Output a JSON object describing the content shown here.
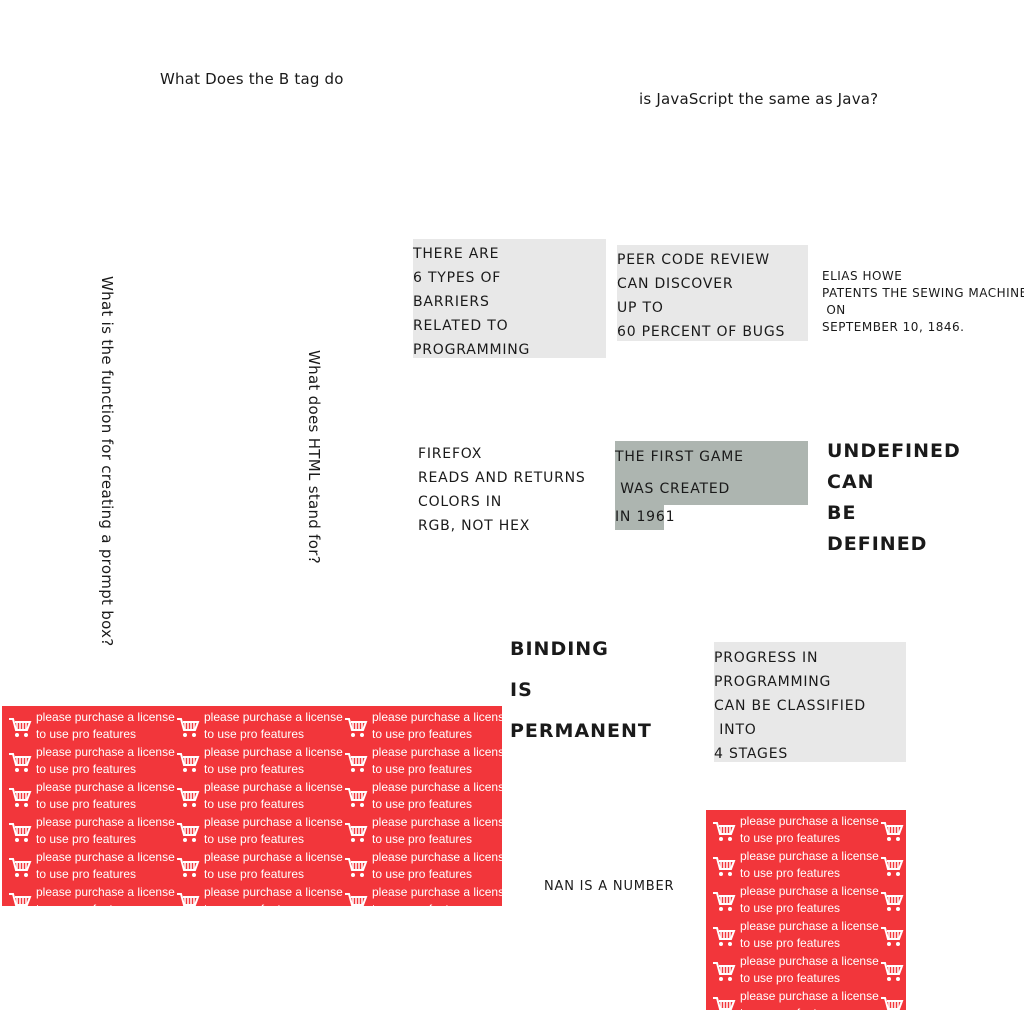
{
  "questions": {
    "b_tag": "What Does the B tag do",
    "javascript_java": "is JavaScript the same as Java?",
    "prompt_box": "What is the function for creating a prompt box?",
    "html_stand": "What does HTML stand for?"
  },
  "facts": {
    "barriers": [
      "THERE ARE",
      "6 TYPES OF",
      "BARRIERS",
      "RELATED TO",
      "PROGRAMMING"
    ],
    "peer_review": [
      "PEER CODE REVIEW",
      "CAN DISCOVER",
      "UP TO",
      "60 PERCENT OF BUGS"
    ],
    "elias_howe": [
      "ELIAS HOWE",
      "PATENTS THE SEWING MACHINE",
      " ON",
      "SEPTEMBER 10, 1846."
    ],
    "firefox": [
      "FIREFOX",
      "READS AND RETURNS",
      "COLORS IN",
      "RGB, NOT HEX"
    ],
    "first_game": [
      "THE FIRST GAME",
      " WAS CREATED",
      "IN 1961"
    ],
    "undefined": [
      "UNDEFINED",
      "CAN",
      "BE",
      "DEFINED"
    ],
    "binding": [
      "BINDING",
      "IS",
      "PERMANENT"
    ],
    "progress": [
      "PROGRESS IN",
      "PROGRAMMING",
      "CAN BE CLASSIFIED",
      " INTO",
      "4 STAGES"
    ],
    "nan": "NAN IS A NUMBER"
  },
  "watermark": {
    "line1": "please purchase a license",
    "line2": "to use pro features",
    "cart_icon": "shopping-cart-icon",
    "color": "#f2363b"
  }
}
